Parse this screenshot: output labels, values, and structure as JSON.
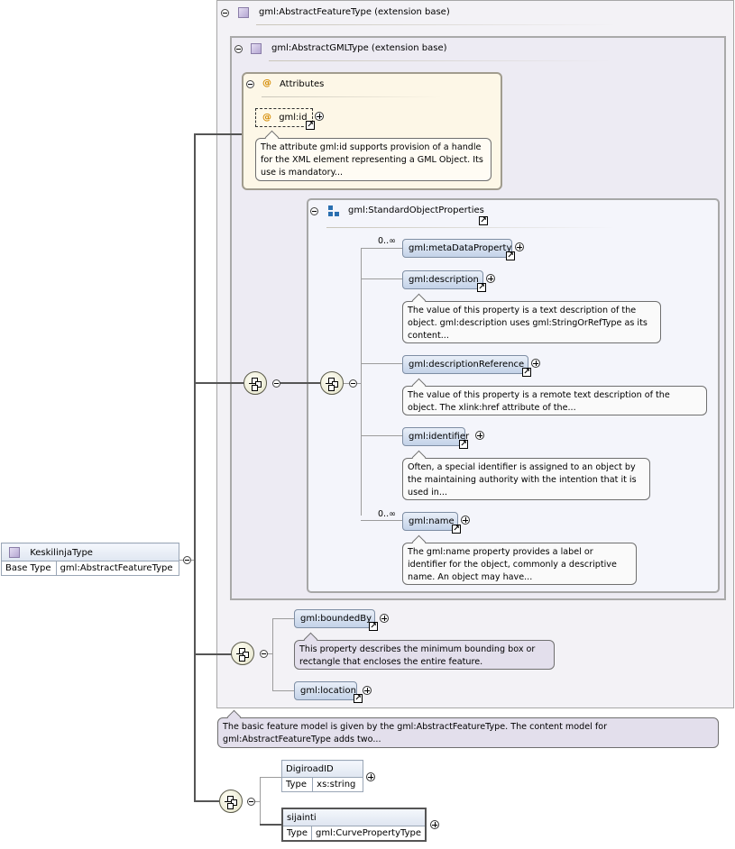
{
  "root": {
    "name": "KeskilinjaType",
    "base_type_label": "Base Type",
    "base_type_value": "gml:AbstractFeatureType"
  },
  "extension_outer": {
    "title": "gml:AbstractFeatureType (extension base)",
    "description": "The basic feature model is given by the gml:AbstractFeatureType. The content model for gml:AbstractFeatureType adds two..."
  },
  "extension_inner": {
    "title": "gml:AbstractGMLType (extension base)"
  },
  "attributes": {
    "title": "Attributes",
    "at_symbol": "@",
    "id_label": "gml:id",
    "id_note": "The attribute gml:id supports provision of a handle for the XML element representing a GML Object. Its use is mandatory..."
  },
  "standard_object_properties": {
    "title": "gml:StandardObjectProperties",
    "elements": [
      {
        "label": "gml:metaDataProperty",
        "occurs": "0..∞",
        "note": ""
      },
      {
        "label": "gml:description",
        "occurs": "",
        "note": "The value of this property is a text description of the object. gml:description uses gml:StringOrRefType as its content..."
      },
      {
        "label": "gml:descriptionReference",
        "occurs": "",
        "note": "The value of this property is a remote text description of the object. The xlink:href attribute of the..."
      },
      {
        "label": "gml:identifier",
        "occurs": "",
        "note": "Often, a special identifier is assigned to an object by the maintaining authority with the intention that it is used in..."
      },
      {
        "label": "gml:name",
        "occurs": "0..∞",
        "note": "The gml:name property provides a label or identifier for the object, commonly a descriptive name. An object may have..."
      }
    ]
  },
  "feature_props": {
    "bounded_by": {
      "label": "gml:boundedBy",
      "note": "This property describes the minimum bounding box or rectangle that encloses the entire feature."
    },
    "location": {
      "label": "gml:location"
    }
  },
  "own_elements": [
    {
      "name": "DigiroadID",
      "type_label": "Type",
      "type_value": "xs:string"
    },
    {
      "name": "sijainti",
      "type_label": "Type",
      "type_value": "gml:CurvePropertyType"
    }
  ],
  "icons": {
    "expanded": "collapse-minus-icon",
    "expandable": "expand-plus-icon",
    "complex_type": "complex-type-icon",
    "group": "group-icon",
    "sequence": "sequence-compositor-icon",
    "link": "link-arrow-icon"
  }
}
